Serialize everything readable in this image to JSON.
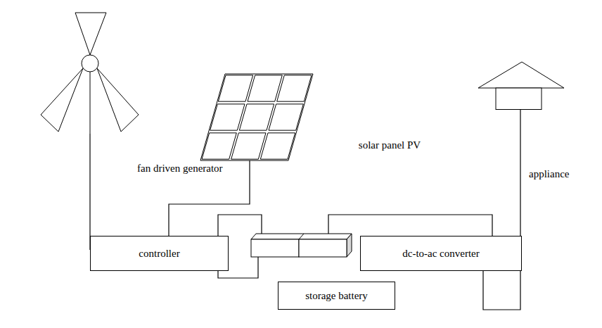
{
  "diagram": {
    "nodes": [
      {
        "text": [
          "fan driven generator"
        ]
      },
      {
        "text": [
          "solar panel PV"
        ]
      },
      {
        "text": [
          "controller"
        ]
      },
      {
        "text": [
          "storage battery"
        ]
      },
      {
        "text": [
          "dc-to-ac converter"
        ]
      },
      {
        "text": [
          "appliance"
        ]
      }
    ],
    "edges": [
      {
        "from": 0,
        "to": 2,
        "arrow": "none"
      },
      {
        "from": 1,
        "to": 2,
        "arrow": "none"
      },
      {
        "from": 2,
        "to": 3,
        "arrow": "none"
      },
      {
        "from": 2,
        "to": 3,
        "arrow": "none"
      },
      {
        "from": 3,
        "to": 4,
        "arrow": "none"
      },
      {
        "from": 4,
        "to": 5,
        "arrow": "none"
      }
    ]
  }
}
